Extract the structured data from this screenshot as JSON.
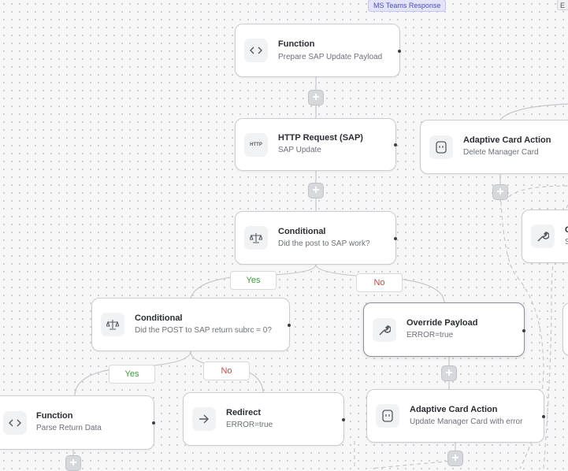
{
  "tags": {
    "ms_teams_response": "MS Teams Response",
    "partial_tag": "E"
  },
  "branches": {
    "yes": "Yes",
    "no": "No",
    "yes_color": "#3c9a3c",
    "no_color": "#d64545"
  },
  "nodes": {
    "function_prepare": {
      "title": "Function",
      "subtitle": "Prepare SAP Update Payload",
      "icon": "code-icon"
    },
    "http_request": {
      "title": "HTTP Request (SAP)",
      "subtitle": "SAP Update",
      "icon": "http-icon",
      "icon_text": "HTTP"
    },
    "conditional_post": {
      "title": "Conditional",
      "subtitle": "Did the post to SAP work?",
      "icon": "scale-icon"
    },
    "conditional_subrc": {
      "title": "Conditional",
      "subtitle": "Did the POST to SAP return subrc = 0?",
      "icon": "scale-icon"
    },
    "function_parse": {
      "title": "Function",
      "subtitle": "Parse Return Data",
      "icon": "code-icon"
    },
    "redirect": {
      "title": "Redirect",
      "subtitle": "ERROR=true",
      "icon": "arrow-right-icon"
    },
    "override_payload": {
      "title": "Override Payload",
      "subtitle": "ERROR=true",
      "icon": "wrench-icon"
    },
    "adaptive_update": {
      "title": "Adaptive Card Action",
      "subtitle": "Update Manager Card with error",
      "icon": "card-icon"
    },
    "adaptive_delete": {
      "title": "Adaptive Card Action",
      "subtitle": "Delete Manager Card",
      "icon": "card-icon"
    },
    "partial_right": {
      "title": "C",
      "subtitle": "S",
      "icon": "wrench-icon"
    }
  },
  "add_button_label": "+"
}
